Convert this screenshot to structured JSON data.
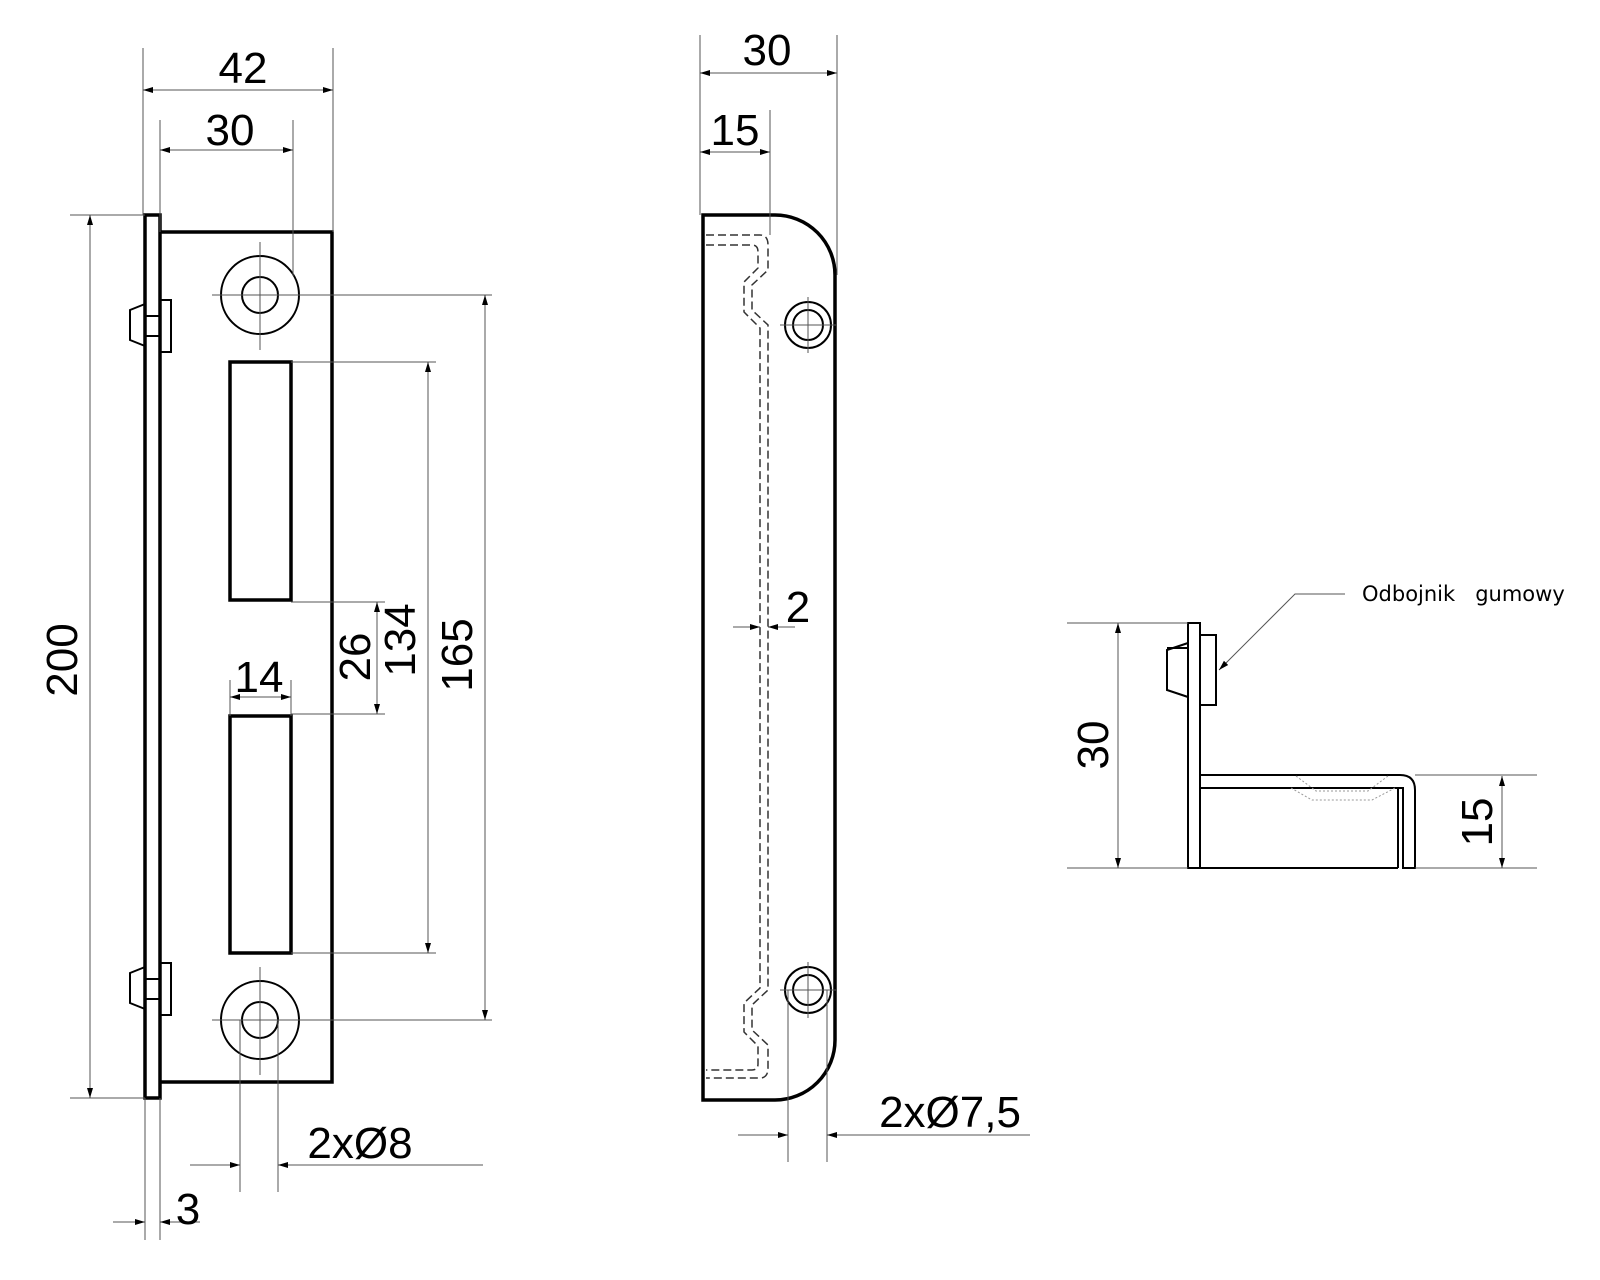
{
  "front_view": {
    "dims": {
      "overall_width": "42",
      "hole_spacing_width": "30",
      "overall_height": "200",
      "hole_center_distance": "165",
      "slot_span": "134",
      "slot_gap": "26",
      "slot_width": "14",
      "hole_diameter": "2xØ8",
      "plate_thickness": "3"
    }
  },
  "side_view": {
    "dims": {
      "overall_depth": "30",
      "inner_depth": "15",
      "wall_thickness": "2",
      "hole_diameter": "2xØ7,5"
    }
  },
  "section_view": {
    "dims": {
      "height": "30",
      "arm_height": "15"
    },
    "callout": "Odbojnik   gumowy"
  }
}
